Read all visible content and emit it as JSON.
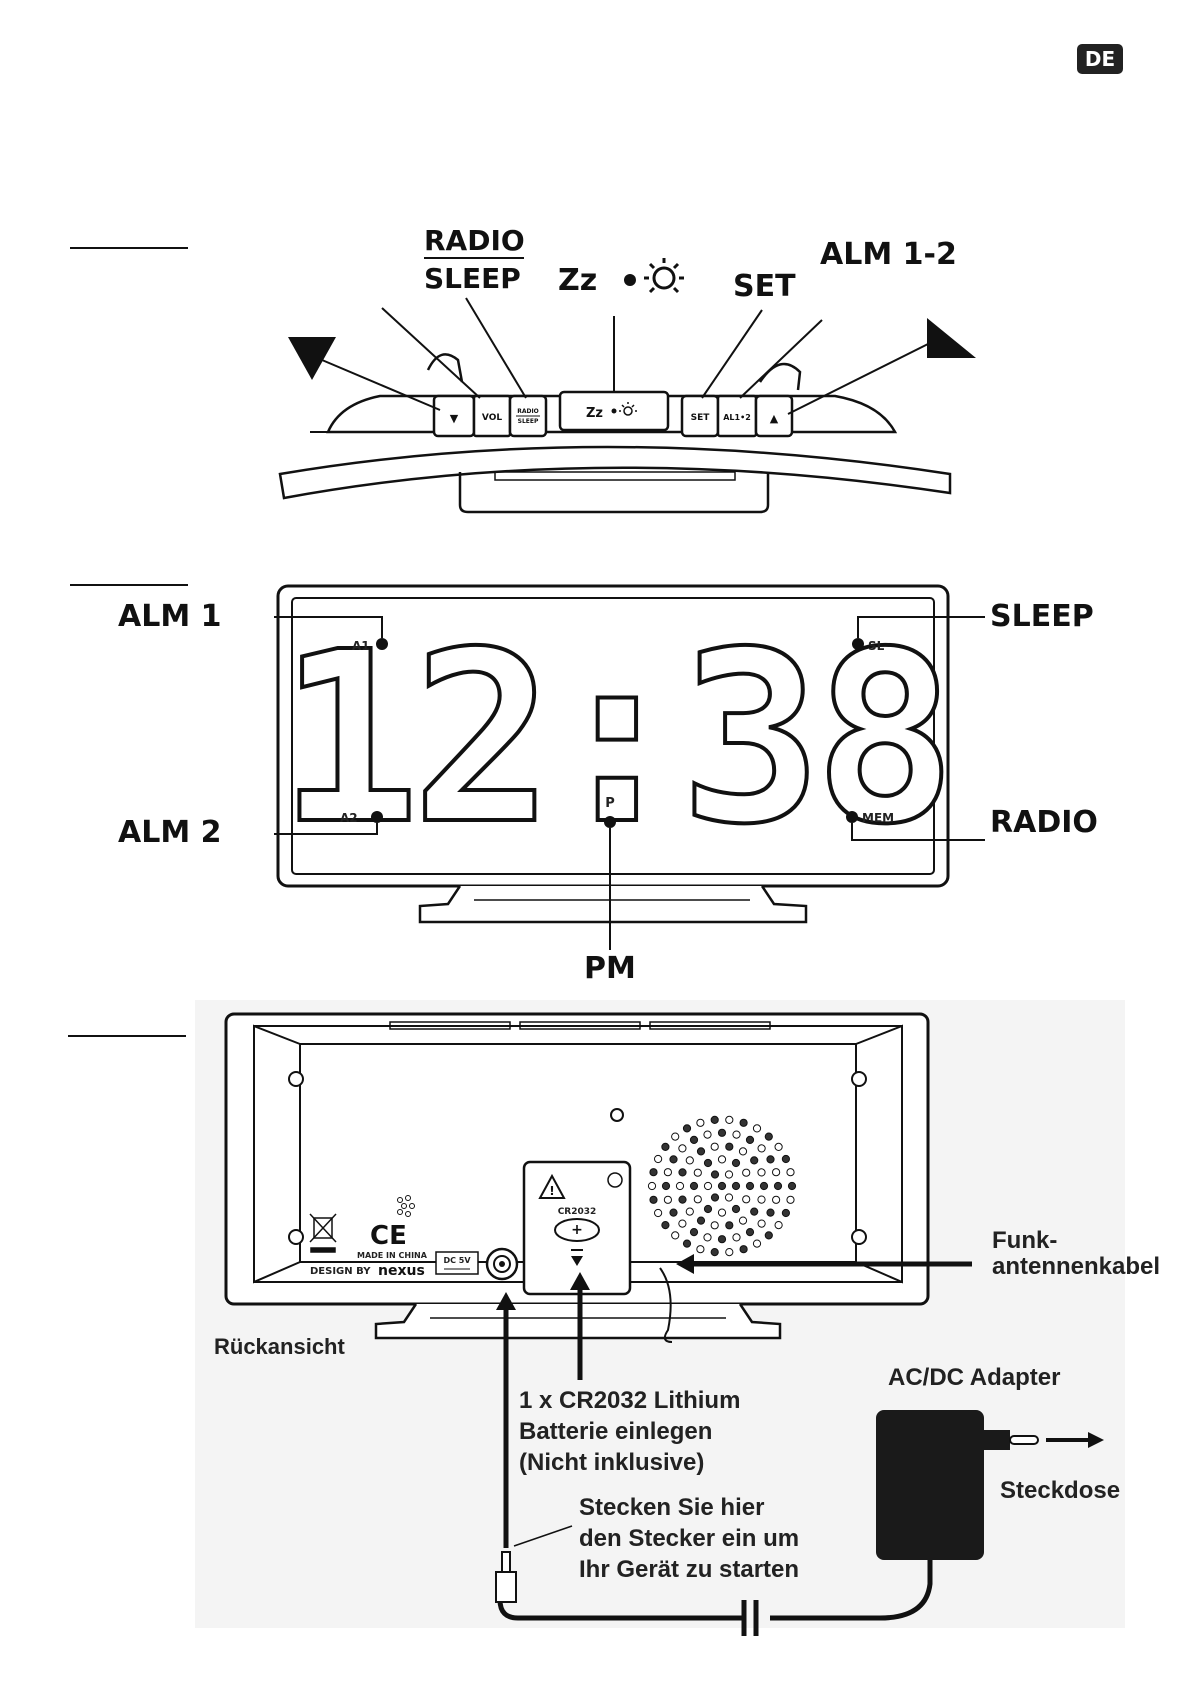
{
  "language_badge": "DE",
  "top_view": {
    "labels": {
      "radio": "RADIO",
      "sleep": "SLEEP",
      "snooze_light": "Zz",
      "set": "SET",
      "alm": "ALM 1-2"
    },
    "buttons": {
      "down": "▼",
      "vol": "VOL",
      "radio": "RADIO",
      "sleep": "SLEEP",
      "snooze": "Zz",
      "set": "SET",
      "alm": "AL1•2",
      "up": "▲"
    }
  },
  "front_view": {
    "time": "12:38",
    "labels": {
      "alm1": "ALM 1",
      "alm2": "ALM 2",
      "sleep": "SLEEP",
      "radio": "RADIO",
      "pm": "PM"
    },
    "indicators": {
      "a1": "A1",
      "a2": "A2",
      "sl": "SL",
      "mem": "MEM",
      "p": "P"
    }
  },
  "back_view": {
    "title": "Rückansicht",
    "antenna_label": [
      "Funk-",
      "antennenkabel"
    ],
    "battery_instruction": [
      "1 x CR2032 Lithium",
      "Batterie einlegen",
      "(Nicht inklusive)"
    ],
    "battery_type": "CR2032",
    "plug_instruction": [
      "Stecken Sie hier",
      "den Stecker ein um",
      "Ihr Gerät zu starten"
    ],
    "adapter_label": "AC/DC Adapter",
    "socket_label": "Steckdose",
    "dc_label": "DC 5V",
    "made_in": "MADE IN CHINA",
    "design_by": "DESIGN BY",
    "brand": "nexus",
    "ce": "CE"
  },
  "colors": {
    "badge_bg": "#222222",
    "line": "#111111",
    "light_fill": "#f4f4f4"
  }
}
